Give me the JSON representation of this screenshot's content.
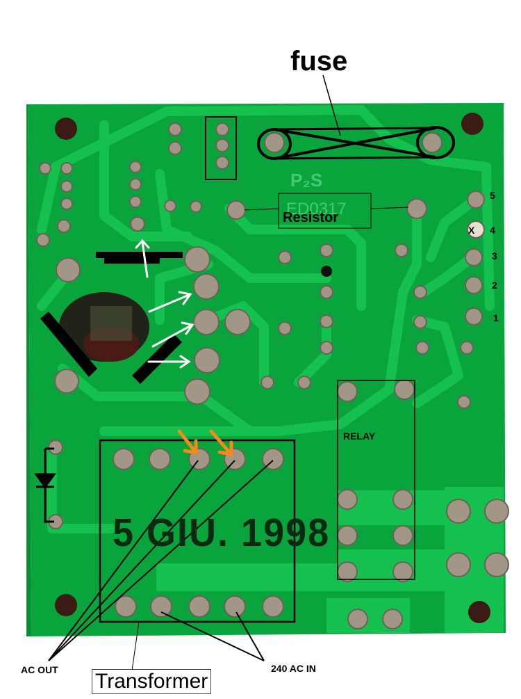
{
  "labels": {
    "fuse": "fuse",
    "resistor": "Resistor",
    "relay": "RELAY",
    "ac_out": "AC OUT",
    "ac_in": "240 AC IN",
    "transformer": "Transformer",
    "pin_5": "5",
    "pin_x": "X",
    "pin_4": "4",
    "pin_3": "3",
    "pin_2": "2",
    "pin_1": "1"
  },
  "silkscreen": {
    "date_code": "5 GIU. 1998",
    "logo": "P2S",
    "board_code": "ED0317"
  },
  "colors": {
    "board": "#0aa43c",
    "trace": "#14b84a",
    "trace_dark": "#0a5c28",
    "solder": "#9b8f80",
    "annotation": "#000000",
    "arrow_white": "#ffffff",
    "arrow_orange": "#f28a1c"
  }
}
